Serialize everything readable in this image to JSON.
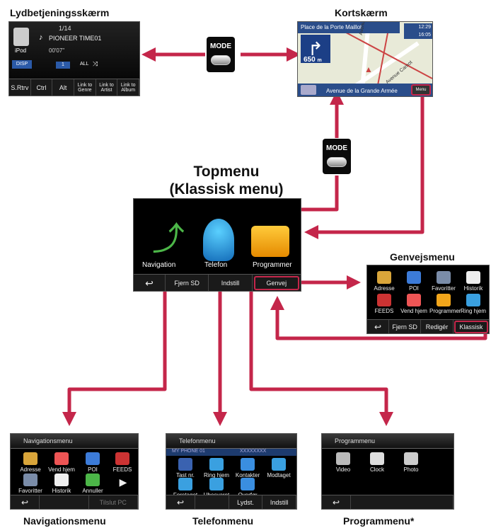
{
  "labels": {
    "audio_screen": "Lydbetjeningsskærm",
    "map_screen": "Kortskærm",
    "top_menu_line1": "Topmenu",
    "top_menu_line2": "(Klassisk menu)",
    "shortcut_menu": "Genvejsmenu",
    "nav_menu": "Navigationsmenu",
    "phone_menu": "Telefonmenu",
    "app_menu": "Programmenu*"
  },
  "mode_label": "MODE",
  "audio": {
    "source": "iPod",
    "track_no": "1/14",
    "title": "PIONEER TIME01",
    "time": "00'07\"",
    "disp": "DISP",
    "track": "1",
    "all": "ALL",
    "buttons": [
      "S.Rtrv",
      "Ctrl",
      "Alt",
      "Link to Genre",
      "Link to Artist",
      "Link to Album"
    ]
  },
  "map": {
    "place": "Place de la Porte Maillot",
    "clock1": "12:29",
    "clock2": "16:05",
    "distance": "650",
    "unit": "m",
    "street": "Avenue de la Grande Armée",
    "menu": "Menu",
    "road1": "Avenue",
    "road2": "Avenue Carnot"
  },
  "topmenu": {
    "items": [
      "Navigation",
      "Telefon",
      "Programmer"
    ],
    "bottom": [
      "Fjern SD",
      "Indstill",
      "Genvej"
    ]
  },
  "shortcut": {
    "row1": [
      "Adresse",
      "POI",
      "Favoritter",
      "Historik"
    ],
    "row2": [
      "FEEDS",
      "Vend hjem",
      "Programmer",
      "Ring hjem"
    ],
    "bottom": [
      "Fjern SD",
      "Redigér",
      "Klassisk"
    ]
  },
  "navmenu": {
    "title": "Navigationsmenu",
    "row1": [
      "Adresse",
      "Vend hjem",
      "POI",
      "FEEDS"
    ],
    "row2": [
      "Favoritter",
      "Historik",
      "Annuller"
    ],
    "bottom": "Tilslut PC"
  },
  "phonemenu": {
    "title": "Telefonmenu",
    "phone": "MY PHONE 01",
    "number": "XXXXXXXX",
    "row1": [
      "Tast nr.",
      "Ring hjem",
      "Kontakter",
      "Modtaget"
    ],
    "row2": [
      "Foretaget",
      "Ubesvaret",
      "Overfør"
    ],
    "bottom": [
      "Lydst.",
      "Indstill"
    ]
  },
  "appmenu": {
    "title": "Programmenu",
    "items": [
      "Video",
      "Clock",
      "Photo"
    ]
  },
  "colors": {
    "arrow": "#c4264a"
  }
}
